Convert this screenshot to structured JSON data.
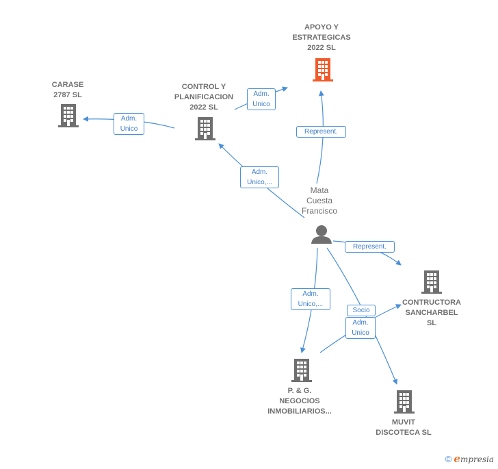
{
  "colors": {
    "edge": "#4a8fd8",
    "building": "#6f6f6f",
    "highlight_building": "#f15a2b"
  },
  "nodes": {
    "apoyo": {
      "label": "APOYO Y\nESTRATEGICAS\n2022  SL",
      "icon": "building-icon",
      "highlight": true
    },
    "carase": {
      "label": "CARASE\n2787 SL",
      "icon": "building-icon"
    },
    "control": {
      "label": "CONTROL Y\nPLANIFICACION\n2022  SL",
      "icon": "building-icon"
    },
    "person": {
      "label": "Mata\nCuesta\nFrancisco",
      "icon": "person-icon"
    },
    "contructora": {
      "label": "CONTRUCTORA\nSANCHARBEL\nSL",
      "icon": "building-icon"
    },
    "pg": {
      "label": "P. & G.\nNEGOCIOS\nINMOBILIARIOS...",
      "icon": "building-icon"
    },
    "muvit": {
      "label": "MUVIT\nDISCOTECA SL",
      "icon": "building-icon"
    }
  },
  "relations": {
    "control_apoyo": "Adm.\nUnico",
    "control_carase": "Adm.\nUnico",
    "person_apoyo": "Represent.",
    "person_control": "Adm.\nUnico,...",
    "person_contructora": "Represent.",
    "person_pg": "Adm.\nUnico,...",
    "socio": "Socio",
    "pg_contructora": "Adm.\nUnico"
  },
  "footer": {
    "copyright": "©",
    "brand_initial": "e",
    "brand_rest": "mpresia"
  }
}
